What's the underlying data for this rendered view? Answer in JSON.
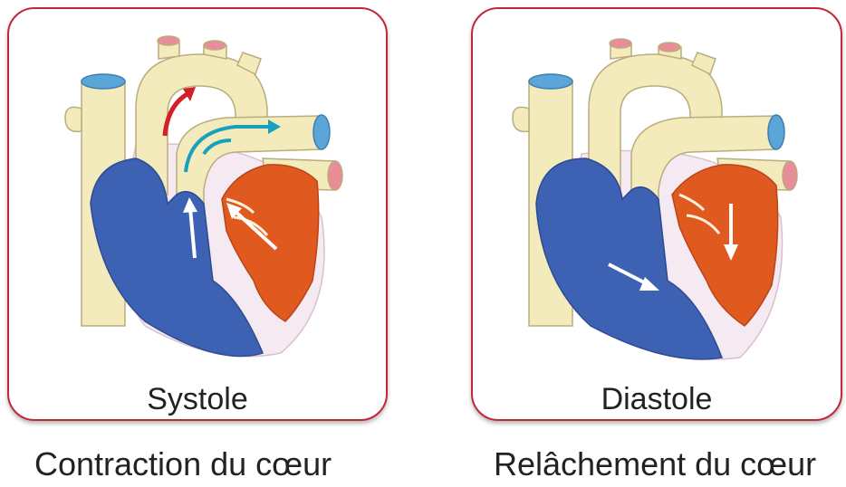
{
  "panels": [
    {
      "label": "Systole",
      "caption": "Contraction du cœur"
    },
    {
      "label": "Diastole",
      "caption": "Relâchement du cœur"
    }
  ],
  "colors": {
    "border": "#c3283a",
    "vessel": "#f4ebbd",
    "vessel_outline": "#b9ad7c",
    "right_heart": "#3e62b3",
    "left_heart": "#e0591e",
    "pericardium": "#f6eaf2",
    "arrow_aorta": "#d41f27",
    "arrow_pulmonary": "#1aa0bf",
    "flow_arrow": "#ffffff"
  },
  "icons": [
    "heart-systole-illustration",
    "heart-diastole-illustration"
  ]
}
